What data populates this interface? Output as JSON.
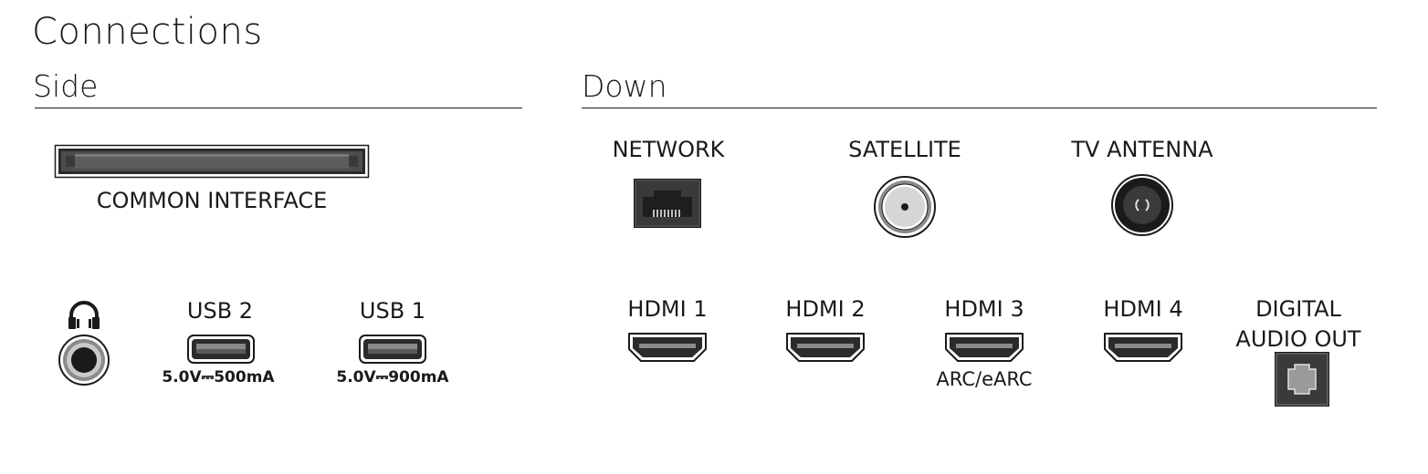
{
  "title": "Connections",
  "sections": {
    "side": {
      "heading": "Side"
    },
    "down": {
      "heading": "Down"
    }
  },
  "side": {
    "common_interface": {
      "label": "COMMON INTERFACE",
      "icon": "ci-slot-icon"
    },
    "headphones": {
      "icon": "headphones-icon"
    },
    "usb2": {
      "label": "USB 2",
      "spec": "5.0V⎓500mA",
      "icon": "usb-port-icon"
    },
    "usb1": {
      "label": "USB 1",
      "spec": "5.0V⎓900mA",
      "icon": "usb-port-icon"
    }
  },
  "down": {
    "network": {
      "label": "NETWORK",
      "icon": "ethernet-port-icon"
    },
    "satellite": {
      "label": "SATELLITE",
      "icon": "satellite-connector-icon"
    },
    "tv_antenna": {
      "label": "TV ANTENNA",
      "icon": "antenna-connector-icon"
    },
    "hdmi1": {
      "label": "HDMI 1",
      "icon": "hdmi-port-icon"
    },
    "hdmi2": {
      "label": "HDMI 2",
      "icon": "hdmi-port-icon"
    },
    "hdmi3": {
      "label": "HDMI 3",
      "sub": "ARC/eARC",
      "icon": "hdmi-port-icon"
    },
    "hdmi4": {
      "label": "HDMI 4",
      "icon": "hdmi-port-icon"
    },
    "digital_audio_out": {
      "label_line1": "DIGITAL",
      "label_line2": "AUDIO OUT",
      "icon": "optical-port-icon"
    }
  }
}
